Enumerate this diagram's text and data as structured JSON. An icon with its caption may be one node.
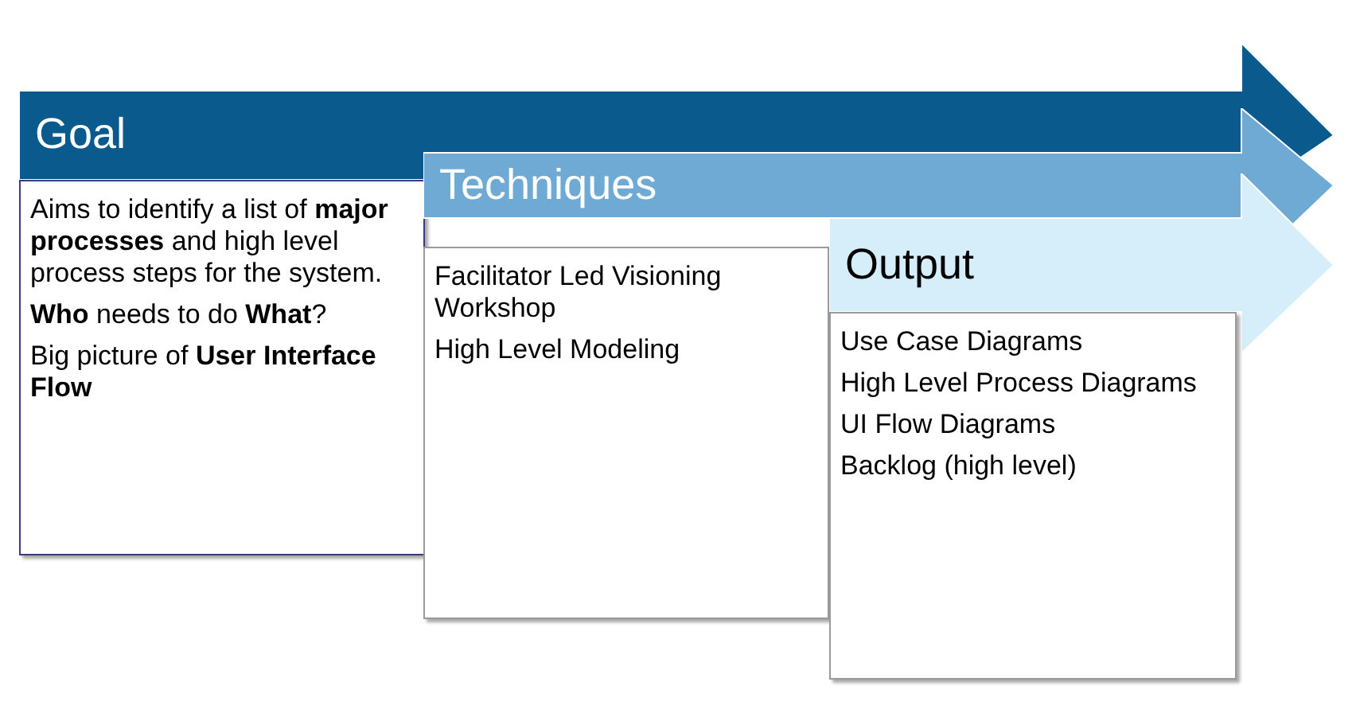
{
  "diagram": {
    "nodes": [
      {
        "text": [
          "Goal"
        ]
      },
      {
        "text": [
          "Aims to identify a list of **major processes** and high level process steps for the system.",
          "**Who** needs to do **What**?",
          "Big picture of **User Interface Flow**"
        ]
      },
      {
        "text": [
          "Techniques"
        ]
      },
      {
        "text": [
          "Facilitator Led Visioning Workshop",
          "High Level Modeling"
        ]
      },
      {
        "text": [
          "Output"
        ]
      },
      {
        "text": [
          "Use Case Diagrams",
          "High Level Process Diagrams",
          "UI Flow Diagrams",
          "Backlog (high level)"
        ]
      }
    ]
  }
}
